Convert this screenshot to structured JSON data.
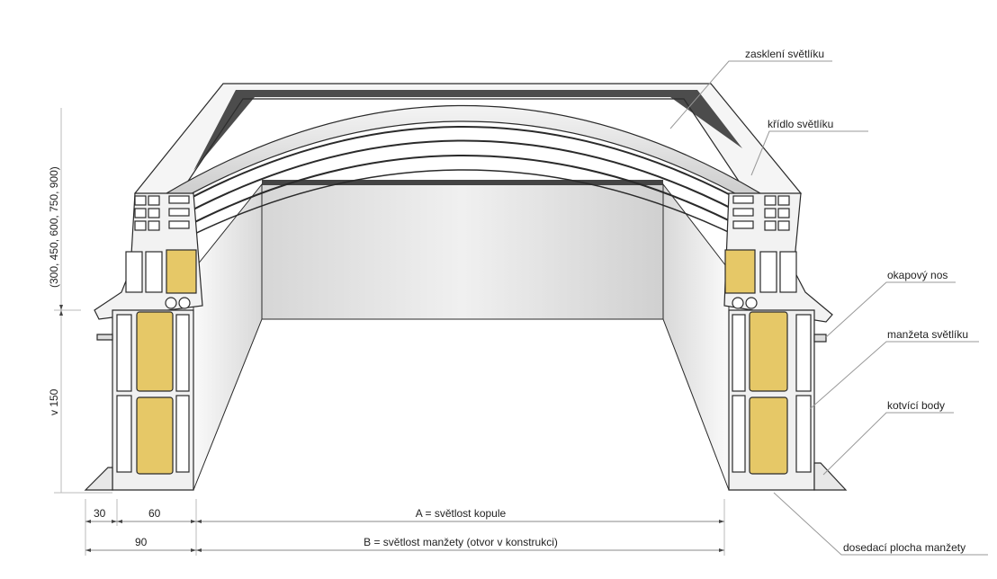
{
  "title": "Skylight cross-section",
  "labels": {
    "glazing": "zasklení světlíku",
    "sash": "křídlo světlíku",
    "drip_edge": "okapový nos",
    "collar": "manžeta světlíku",
    "anchor_points": "kotvící body",
    "collar_seat": "dosedací plocha manžety"
  },
  "dimensions": {
    "upper_height": "(300, 450, 600, 750, 900)",
    "lower_height": "v 150",
    "d30": "30",
    "d60": "60",
    "d90": "90",
    "a": "A = světlost kopule",
    "b": "B = světlost manžety (otvor v konstrukci)"
  },
  "colors": {
    "insulation": "#e6c867",
    "profile": "#f2f2f2",
    "outline": "#2a2a2a",
    "dim_line": "#bbbbbb"
  }
}
